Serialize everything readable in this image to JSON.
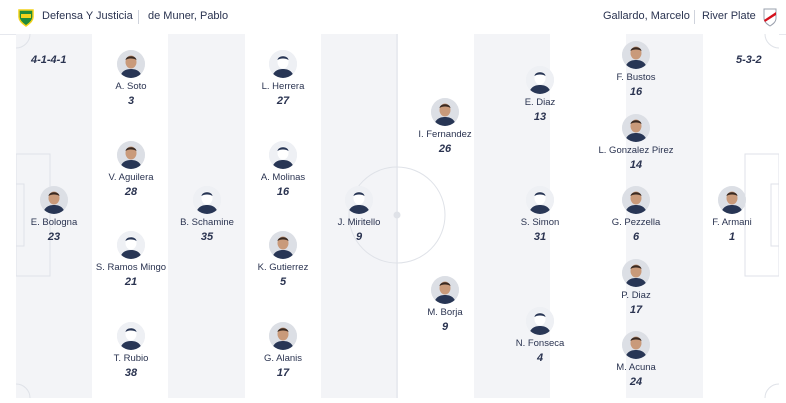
{
  "header": {
    "home_team": "Defensa Y Justicia",
    "home_coach": "de Muner, Pablo",
    "away_coach": "Gallardo, Marcelo",
    "away_team": "River Plate",
    "home_color": "#1f8a3a",
    "home_accent": "#f2d21b",
    "away_color": "#d5101c"
  },
  "formations": {
    "home": "4-1-4-1",
    "away": "5-3-2"
  },
  "home_players": [
    {
      "name": "E. Bologna",
      "number": "23",
      "photo": true
    },
    {
      "name": "A. Soto",
      "number": "3",
      "photo": true
    },
    {
      "name": "V. Aguilera",
      "number": "28",
      "photo": true
    },
    {
      "name": "S. Ramos Mingo",
      "number": "21",
      "photo": false
    },
    {
      "name": "T. Rubio",
      "number": "38",
      "photo": false
    },
    {
      "name": "B. Schamine",
      "number": "35",
      "photo": false
    },
    {
      "name": "L. Herrera",
      "number": "27",
      "photo": false
    },
    {
      "name": "A. Molinas",
      "number": "16",
      "photo": false
    },
    {
      "name": "K. Gutierrez",
      "number": "5",
      "photo": true
    },
    {
      "name": "G. Alanis",
      "number": "17",
      "photo": true
    },
    {
      "name": "J. Miritello",
      "number": "9",
      "photo": false
    }
  ],
  "away_players": [
    {
      "name": "F. Armani",
      "number": "1",
      "photo": true
    },
    {
      "name": "F. Bustos",
      "number": "16",
      "photo": true
    },
    {
      "name": "L. Gonzalez Pirez",
      "number": "14",
      "photo": true
    },
    {
      "name": "G. Pezzella",
      "number": "6",
      "photo": true
    },
    {
      "name": "P. Diaz",
      "number": "17",
      "photo": true
    },
    {
      "name": "M. Acuna",
      "number": "24",
      "photo": true
    },
    {
      "name": "E. Diaz",
      "number": "13",
      "photo": false
    },
    {
      "name": "S. Simon",
      "number": "31",
      "photo": false
    },
    {
      "name": "N. Fonseca",
      "number": "4",
      "photo": false
    },
    {
      "name": "I. Fernandez",
      "number": "26",
      "photo": true
    },
    {
      "name": "M. Borja",
      "number": "9",
      "photo": true
    }
  ]
}
